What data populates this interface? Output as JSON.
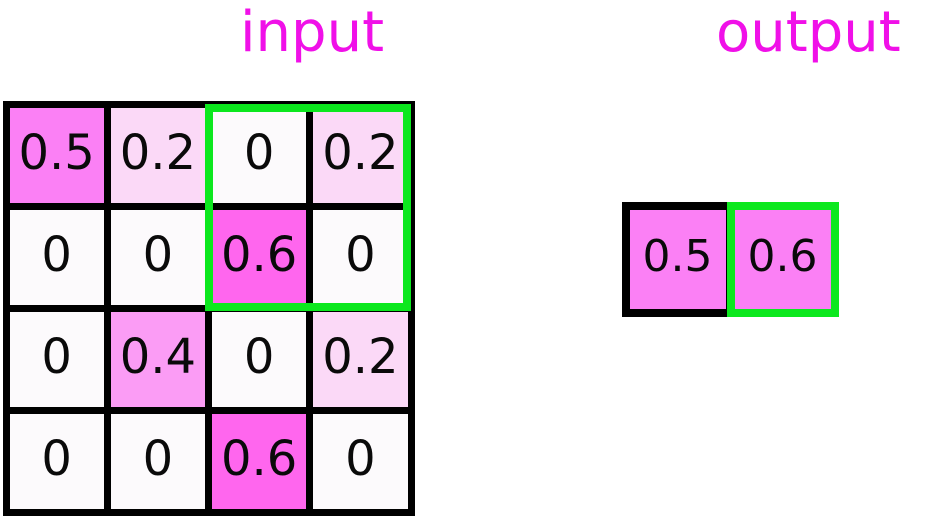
{
  "titles": {
    "input": "input",
    "output": "output"
  },
  "colors": {
    "title": "#f010e8",
    "highlight": "#0ce81e",
    "border": "#000000",
    "zero_fill": "#fcfafc",
    "fill_0_2": "#fbd9f7",
    "fill_0_4": "#fb9cf5",
    "fill_0_5": "#fb80f5",
    "fill_0_6": "#ff66ee"
  },
  "input_grid": {
    "rows": 4,
    "cols": 4,
    "cells": [
      {
        "value": "0.5",
        "fill": "v05"
      },
      {
        "value": "0.2",
        "fill": "v02"
      },
      {
        "value": "0",
        "fill": "v0"
      },
      {
        "value": "0.2",
        "fill": "v02"
      },
      {
        "value": "0",
        "fill": "v0"
      },
      {
        "value": "0",
        "fill": "v0"
      },
      {
        "value": "0.6",
        "fill": "v06"
      },
      {
        "value": "0",
        "fill": "v0"
      },
      {
        "value": "0",
        "fill": "v0"
      },
      {
        "value": "0.4",
        "fill": "v04"
      },
      {
        "value": "0",
        "fill": "v0"
      },
      {
        "value": "0.2",
        "fill": "v02"
      },
      {
        "value": "0",
        "fill": "v0"
      },
      {
        "value": "0",
        "fill": "v0"
      },
      {
        "value": "0.6",
        "fill": "v06"
      },
      {
        "value": "0",
        "fill": "v0"
      }
    ],
    "highlight_region": {
      "row_start": 1,
      "row_end": 2,
      "col_start": 3,
      "col_end": 4
    }
  },
  "output_grid": {
    "rows": 1,
    "cols": 2,
    "cells": [
      {
        "value": "0.5",
        "fill": "v05",
        "highlighted": false
      },
      {
        "value": "0.6",
        "fill": "v05",
        "highlighted": true
      }
    ]
  }
}
